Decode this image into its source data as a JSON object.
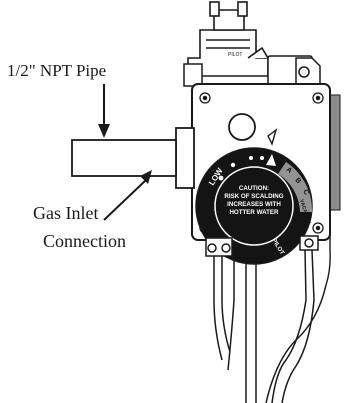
{
  "callouts": {
    "pipe_label": "1/2\" NPT Pipe",
    "inlet_label_line1": "Gas Inlet",
    "inlet_label_line2": "Connection"
  },
  "connector": {
    "top_label": "PILOT"
  },
  "dial": {
    "caution_lines": [
      "CAUTION:",
      "RISK OF SCALDING",
      "INCREASES WITH",
      "HOTTER WATER"
    ],
    "low_label": "LOW",
    "a_label": "A",
    "b_label": "B",
    "c_label": "C",
    "vacation_label": "VACATION",
    "pilot_label": "PILOT"
  },
  "colors": {
    "ink": "#1a1a1a",
    "body_fill": "#ffffff",
    "dial_fill": "#141414",
    "grey_band": "#9a9a9a",
    "side_strip": "#8c8c8c"
  }
}
